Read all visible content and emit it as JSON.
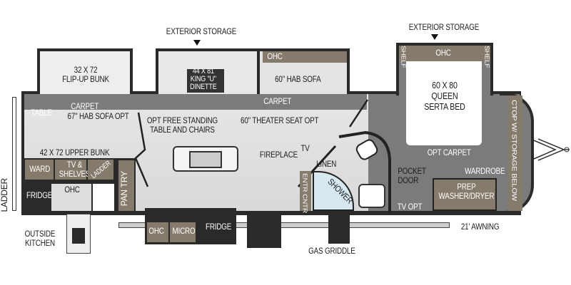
{
  "labels": {
    "ext_storage_1": "EXTERIOR STORAGE",
    "ext_storage_2": "EXTERIOR STORAGE",
    "flip_bunk": "32 X 72\nFLIP-UP BUNK",
    "dinette": "44 X 81\nKING \"U\"\nDINETTE",
    "ohc_sofa": "OHC",
    "hab_sofa": "60\" HAB SOFA",
    "carpet_left": "CARPET",
    "carpet_mid": "CARPET",
    "table": "TABLE",
    "hab_sofa_opt": "67\" HAB SOFA OPT",
    "free_table": "OPT FREE STANDING\nTABLE AND CHAIRS",
    "theater": "60\" THEATER SEAT OPT",
    "upper_bunk": "42 X 72 UPPER BUNK",
    "ward": "WARD",
    "tv_shelves": "TV &\nSHELVES",
    "ladder_bunk": "LADDER",
    "fridge_bunk": "FRIDGE",
    "ohc_bunk": "OHC",
    "pantry": "PAN TRY",
    "ladder_ext": "LADDER",
    "outside_kitchen": "OUTSIDE\nKITCHEN",
    "ohc_kitchen": "OHC",
    "micro": "MICRO",
    "fridge_main": "FRIDGE",
    "fireplace": "FIREPLACE",
    "tv": "TV",
    "linen": "LINEN",
    "entr_cntr": "ENTR CNTR",
    "shower": "SHOWER",
    "gas_griddle": "GAS GRIDDLE",
    "shelf_l": "SHELF",
    "shelf_r": "SHELF",
    "ohc_bed": "OHC",
    "queen": "60 X 80\nQUEEN\nSERTA BED",
    "opt_carpet": "OPT CARPET",
    "pocket_door": "POCKET\nDOOR",
    "tv_opt": "TV OPT",
    "wardrobe": "WARDROBE",
    "prep_wd": "PREP\nWASHER/DRYER",
    "ctop": "CTOP W/ STORAGE BELOW",
    "awning": "21' AWNING"
  }
}
